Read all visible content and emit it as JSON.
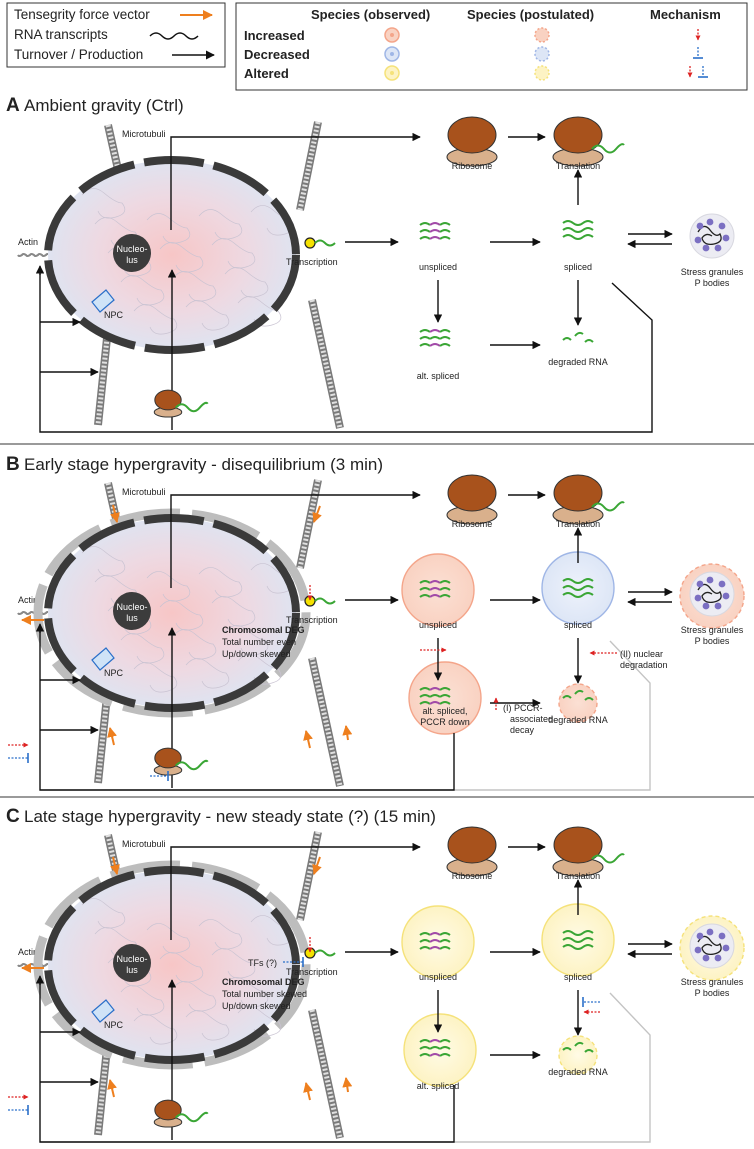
{
  "legend_left": {
    "items": [
      {
        "label": "Tensegrity force vector",
        "icon": "orange-arrow-icon"
      },
      {
        "label": "RNA transcripts",
        "icon": "wave-line-icon"
      },
      {
        "label": "Turnover / Production",
        "icon": "black-arrow-icon"
      }
    ]
  },
  "legend_right": {
    "col_observed": "Species (observed)",
    "col_postulated": "Species (postulated)",
    "col_mechanism": "Mechanism",
    "rows": [
      {
        "label": "Increased",
        "color": "#f4a58a"
      },
      {
        "label": "Decreased",
        "color": "#9fb6e6"
      },
      {
        "label": "Altered",
        "color": "#f5e27a"
      }
    ]
  },
  "labels": {
    "microtubuli": "Microtubuli",
    "actin": "Actin",
    "npc": "NPC",
    "nucleolus_1": "Nucleo-",
    "nucleolus_2": "lus",
    "transcription": "Transcription",
    "ribosome": "Ribosome",
    "translation": "Translation",
    "unspliced": "unspliced",
    "spliced": "spliced",
    "alt_spliced": "alt. spliced",
    "degraded": "degraded RNA",
    "stress_1": "Stress granules",
    "stress_2": "P bodies"
  },
  "panels": [
    {
      "letter": "A",
      "title": "Ambient gravity (Ctrl)"
    },
    {
      "letter": "B",
      "title": "Early stage hypergravity - disequilibrium (3 min)",
      "deg_title": "Chromosomal DEG",
      "deg_line1": "Total number even",
      "deg_line2": "Up/down skewed",
      "alt_spliced_1": "alt. spliced,",
      "alt_spliced_2": "PCCR down",
      "pccr_1": "(I) PCCR-",
      "pccr_2": "associated",
      "pccr_3": "decay",
      "nuc_deg": "(II) nuclear",
      "nuc_deg_2": "degradation"
    },
    {
      "letter": "C",
      "title": "Late stage hypergravity - new steady state (?) (15 min)",
      "deg_title": "Chromosomal DEG",
      "deg_line1": "Total number skewed",
      "deg_line2": "Up/down skewed",
      "tfs": "TFs (?)"
    }
  ],
  "colors": {
    "increased": "#f4a58a",
    "decreased": "#9fb6e6",
    "altered": "#f5e27a",
    "ribosome_top": "#a8521c",
    "ribosome_bottom": "#d9b08c",
    "rna_green": "#3aa635",
    "rna_purple": "#a24aa8",
    "force_orange": "#ee7f1e",
    "membrane": "#3a3a3a"
  }
}
